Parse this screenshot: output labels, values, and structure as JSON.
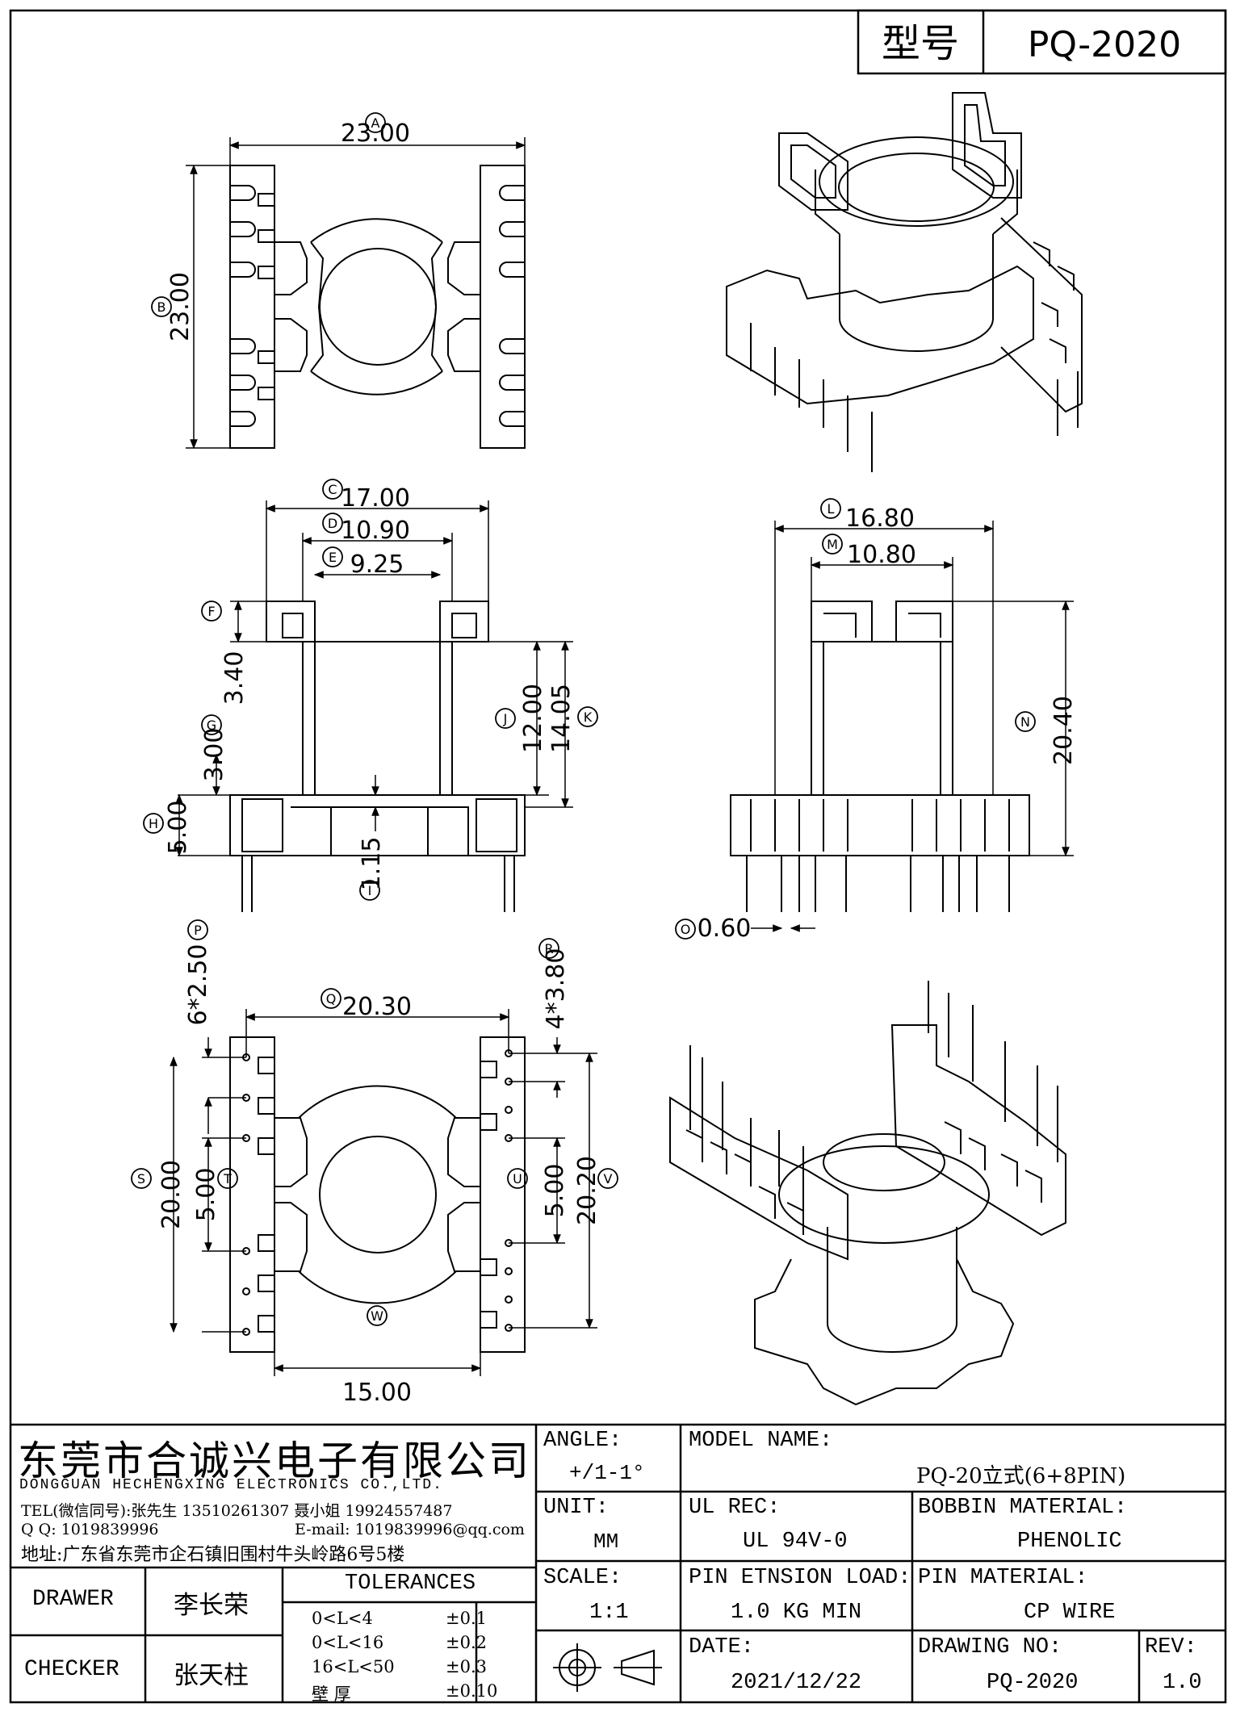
{
  "title_box": {
    "label": "型号",
    "model": "PQ-2020"
  },
  "views": {
    "top": {
      "A": "23.00",
      "B": "23.00"
    },
    "front": {
      "C": "17.00",
      "D": "10.90",
      "E": "9.25",
      "F": "3.40",
      "G": "3.00",
      "H": "5.00",
      "I": "1.15",
      "J": "12.00",
      "K": "14.05"
    },
    "side": {
      "L": "16.80",
      "M": "10.80",
      "N": "20.40",
      "O": "0.60"
    },
    "bottom": {
      "P": "6*2.50",
      "Q": "20.30",
      "R": "4*3.80",
      "S": "20.00",
      "T": "5.00",
      "U": "5.00",
      "V": "20.20",
      "W": "15.00"
    },
    "letters": [
      "A",
      "B",
      "C",
      "D",
      "E",
      "F",
      "G",
      "H",
      "I",
      "J",
      "K",
      "L",
      "M",
      "N",
      "O",
      "P",
      "Q",
      "R",
      "S",
      "T",
      "U",
      "V",
      "W"
    ]
  },
  "company": {
    "name_cn": "东莞市合诚兴电子有限公司",
    "name_en": "DONGGUAN HECHENGXING ELECTRONICS CO.,LTD.",
    "tel": "TEL(微信同号):张先生 13510261307 聂小姐 19924557487",
    "qq": "Q Q: 1019839996",
    "email": "E-mail: 1019839996@qq.com",
    "address": "地址:广东省东莞市企石镇旧围村牛头岭路6号5楼"
  },
  "title_block": {
    "angle_label": "ANGLE:",
    "angle_value": "+/1-1°",
    "model_label": "MODEL NAME:",
    "model_value": "PQ-20立式(6+8PIN)",
    "unit_label": "UNIT:",
    "unit_value": "MM",
    "ul_label": "UL REC:",
    "ul_value": "UL 94V-0",
    "bobbin_label": "BOBBIN MATERIAL:",
    "bobbin_value": "PHENOLIC",
    "drawer_label": "DRAWER",
    "drawer_value": "李长荣",
    "checker_label": "CHECKER",
    "checker_value": "张天柱",
    "tolerances_label": "TOLERANCES",
    "tolerances": [
      {
        "range": "0<L<4",
        "value": "±0.1"
      },
      {
        "range": "0<L<16",
        "value": "±0.2"
      },
      {
        "range": "16<L<50",
        "value": "±0.3"
      },
      {
        "range": "壁    厚",
        "value": "±0.10"
      }
    ],
    "scale_label": "SCALE:",
    "scale_value": "1:1",
    "pin_load_label": "PIN ETNSION LOAD:",
    "pin_load_value": "1.0 KG MIN",
    "pin_material_label": "PIN MATERIAL:",
    "pin_material_value": "CP WIRE",
    "date_label": "DATE:",
    "date_value": "2021/12/22",
    "drawing_no_label": "DRAWING NO:",
    "drawing_no_value": "PQ-2020",
    "rev_label": "REV:",
    "rev_value": "1.0"
  }
}
